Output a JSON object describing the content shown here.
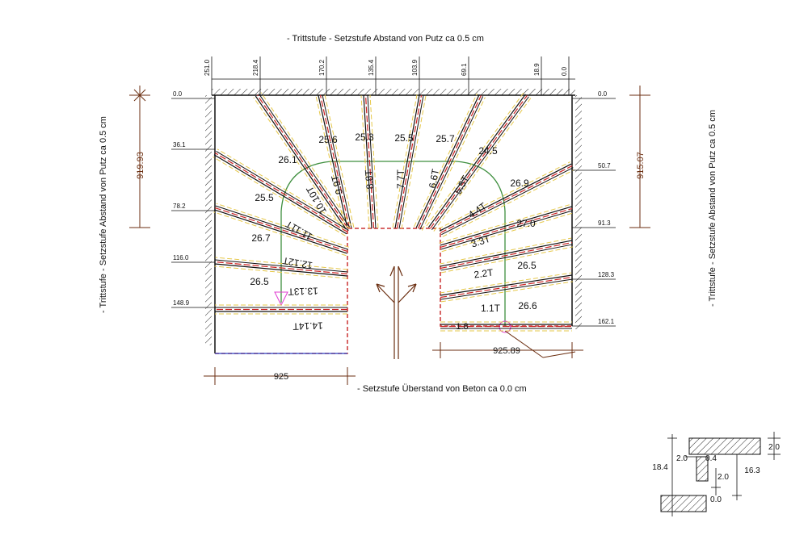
{
  "notes": {
    "top": "- Trittstufe - Setzstufe Abstand von Putz ca 0.5 cm",
    "bottom": "- Setzstufe Überstand von Beton ca 0.0 cm",
    "left": "- Trittstufe - Setzstufe Abstand von Putz ca 0.5 cm",
    "right": "- Trittstufe - Setzstufe Abstand von Putz ca 0.5 cm"
  },
  "top_ticks": [
    "251.0",
    "218.4",
    "170.2",
    "135.4",
    "103.9",
    "69.1",
    "18.9",
    "0.0"
  ],
  "left_ticks": [
    "0.0",
    "36.1",
    "78.2",
    "116.0",
    "148.9"
  ],
  "right_ticks": [
    "0.0",
    "50.7",
    "91.3",
    "128.3",
    "162.1"
  ],
  "dimensions": {
    "left_height": "919.93",
    "right_height": "915.07",
    "bottom_left": "925",
    "bottom_right": "925.89"
  },
  "treads": [
    {
      "number": "1.1T",
      "width": "26.6"
    },
    {
      "number": "2.2T",
      "width": "26.5"
    },
    {
      "number": "3.3T",
      "width": "27.0"
    },
    {
      "number": "4.4T",
      "width": "26.9"
    },
    {
      "number": "5.5T",
      "width": "24.5"
    },
    {
      "number": "6.6T",
      "width": "25.7"
    },
    {
      "number": "7.7T",
      "width": "25.5"
    },
    {
      "number": "8.8T",
      "width": "25.3"
    },
    {
      "number": "9.9T",
      "width": "25.6"
    },
    {
      "number": "10.10T",
      "width": "26.1"
    },
    {
      "number": "11.11T",
      "width": "25.5"
    },
    {
      "number": "12.12T",
      "width": "26.7"
    },
    {
      "number": "13.13T",
      "width": "26.5"
    },
    {
      "number": "14.14T",
      "width": ""
    }
  ],
  "start_value": "1.8",
  "detail": {
    "labels": [
      "2.0",
      "18.4",
      "0.4",
      "2.0",
      "16.3",
      "2.0",
      "0.0"
    ]
  },
  "colors": {
    "line": "#111111",
    "tread_red": "#cc2222",
    "tread_yellow": "#e6c84a",
    "walkline": "#3f8f3f",
    "dim_brown": "#6b2e10",
    "marker": "#e03bd0",
    "wall_blue": "#2b3fbf"
  }
}
